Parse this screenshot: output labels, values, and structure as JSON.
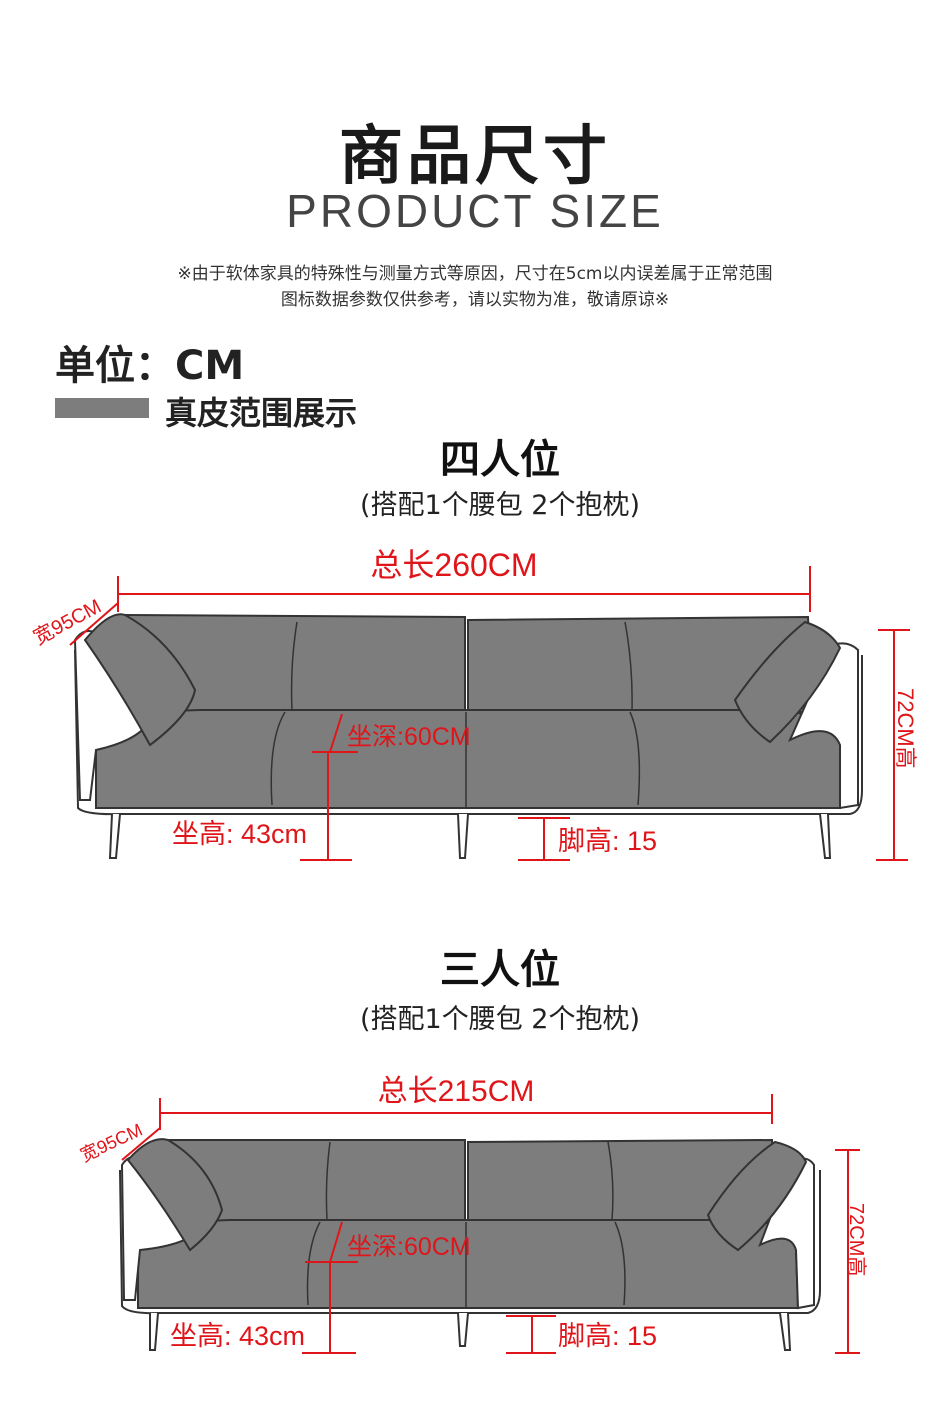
{
  "header": {
    "title_cn": "商品尺寸",
    "title_en": "PRODUCT SIZE",
    "note_line1": "※由于软体家具的特殊性与测量方式等原因，尺寸在5cm以内误差属于正常范围",
    "note_line2": "图标数据参数仅供参考，请以实物为准，敬请原谅※"
  },
  "unit_label": "单位：CM",
  "legend": {
    "label": "真皮范围展示",
    "swatch_color": "#7d7d7d"
  },
  "colors": {
    "accent": "#e0151a",
    "leather": "#7d7d7d",
    "outline": "#333333"
  },
  "sofas": [
    {
      "title": "四人位",
      "subtitle": "(搭配1个腰包 2个抱枕)",
      "total_length": "总长260CM",
      "width": "宽95CM",
      "height": "72CM高",
      "seat_depth": "坐深:60CM",
      "seat_height": "坐高: 43cm",
      "leg_height": "脚高: 15"
    },
    {
      "title": "三人位",
      "subtitle": "(搭配1个腰包 2个抱枕)",
      "total_length": "总长215CM",
      "width": "宽95CM",
      "height": "72CM高",
      "seat_depth": "坐深:60CM",
      "seat_height": "坐高: 43cm",
      "leg_height": "脚高: 15"
    }
  ]
}
